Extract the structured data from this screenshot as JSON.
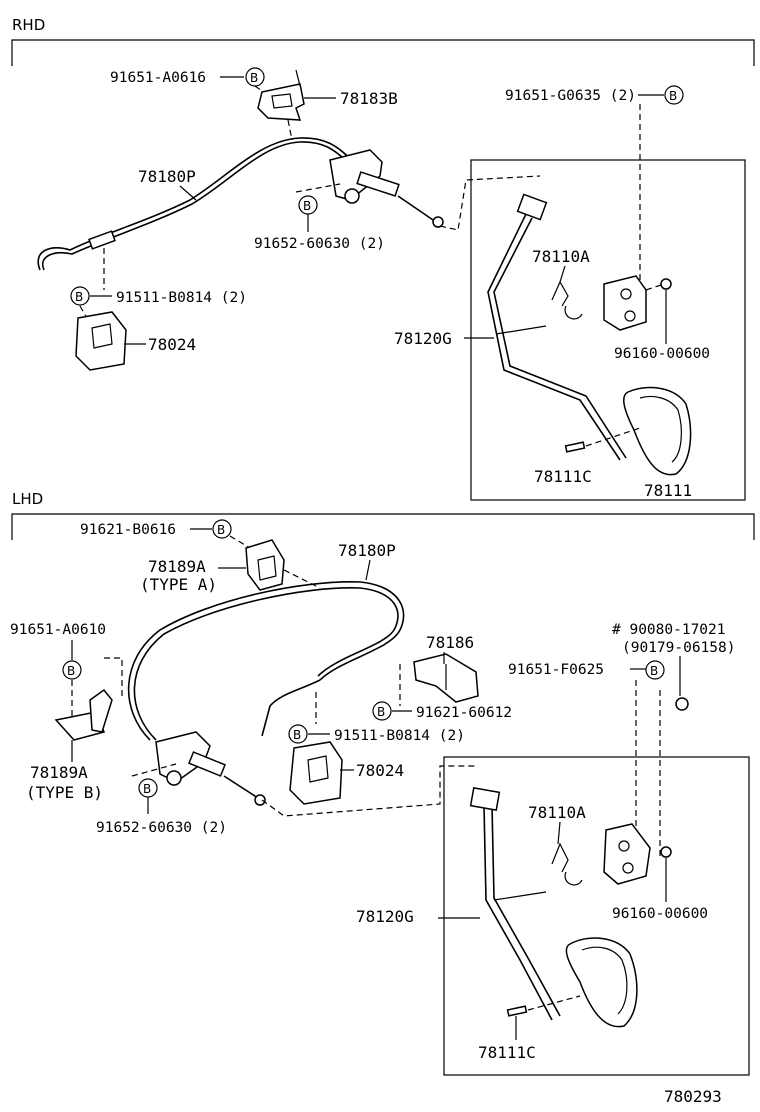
{
  "sections": {
    "rhd": "RHD",
    "lhd": "LHD"
  },
  "bolt_marker": "B",
  "diagram_number": "780293",
  "rhd": {
    "l_91651_A0616": "91651-A0616",
    "l_78183B": "78183B",
    "l_91651_G0635": "91651-G0635 (2)",
    "l_78180P": "78180P",
    "l_91652_60630": "91652-60630 (2)",
    "l_78110A": "78110A",
    "l_91511_B0814": "91511-B0814 (2)",
    "l_78024": "78024",
    "l_78120G": "78120G",
    "l_96160_00600": "96160-00600",
    "l_78111C": "78111C",
    "l_78111": "78111"
  },
  "lhd": {
    "l_91621_B0616": "91621-B0616",
    "l_78180P": "78180P",
    "l_78189A_a": "78189A",
    "l_type_a": "(TYPE A)",
    "l_91651_A0610": "91651-A0610",
    "l_78186": "78186",
    "l_90080_17021": "# 90080-17021",
    "l_90179_06158": "(90179-06158)",
    "l_91651_F0625": "91651-F0625",
    "l_91621_60612": "91621-60612",
    "l_91511_B0814": "91511-B0814 (2)",
    "l_78024": "78024",
    "l_78189A_b": "78189A",
    "l_type_b": "(TYPE B)",
    "l_91652_60630": "91652-60630 (2)",
    "l_78110A": "78110A",
    "l_78120G": "78120G",
    "l_96160_00600": "96160-00600",
    "l_78111C": "78111C"
  }
}
